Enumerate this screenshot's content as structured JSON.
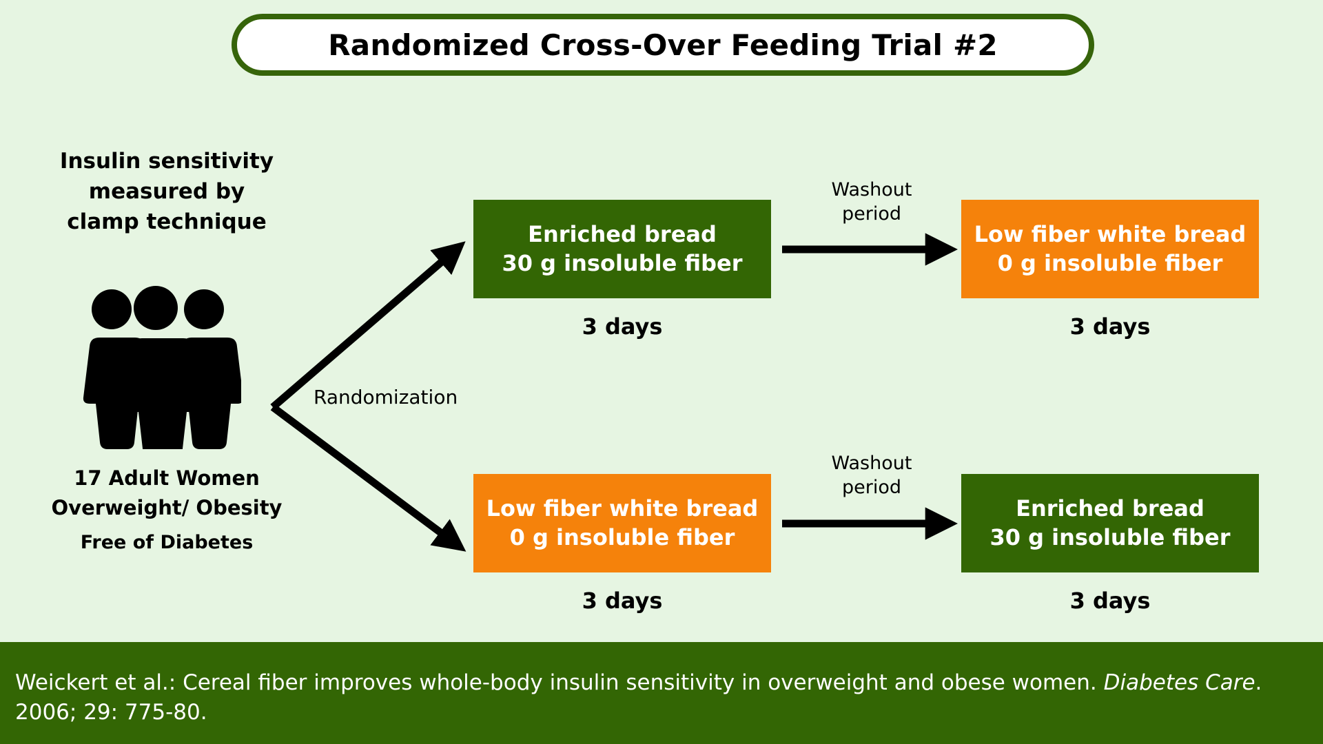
{
  "title": {
    "text": "Randomized Cross-Over Feeding Trial #2"
  },
  "colors": {
    "background": "#e6f5e2",
    "dark_green": "#336604",
    "orange": "#f5820b",
    "white": "#ffffff",
    "black": "#000000"
  },
  "left_panel": {
    "heading_line1": "Insulin sensitivity",
    "heading_line2": "measured by",
    "heading_line3": "clamp technique",
    "icon": "three-people-icon",
    "participants_line1": "17 Adult Women",
    "participants_line2": "Overweight/ Obesity",
    "participants_line3": "Free of Diabetes"
  },
  "flow": {
    "randomization_label": "Randomization",
    "arm_top": {
      "period1": {
        "line1": "Enriched bread",
        "line2": "30 g insoluble fiber",
        "duration": "3 days",
        "color": "green"
      },
      "washout_line1": "Washout",
      "washout_line2": "period",
      "period2": {
        "line1": "Low fiber white bread",
        "line2": "0 g insoluble fiber",
        "duration": "3 days",
        "color": "orange"
      }
    },
    "arm_bottom": {
      "period1": {
        "line1": "Low fiber white bread",
        "line2": "0 g insoluble fiber",
        "duration": "3 days",
        "color": "orange"
      },
      "washout_line1": "Washout",
      "washout_line2": "period",
      "period2": {
        "line1": "Enriched bread",
        "line2": "30 g insoluble fiber",
        "duration": "3 days",
        "color": "green"
      }
    }
  },
  "footer": {
    "part1": "Weickert et al.:  Cereal fiber improves whole-body insulin sensitivity in overweight and obese women. ",
    "journal": "Diabetes Care",
    "part2": ". 2006; 29: 775-80."
  }
}
